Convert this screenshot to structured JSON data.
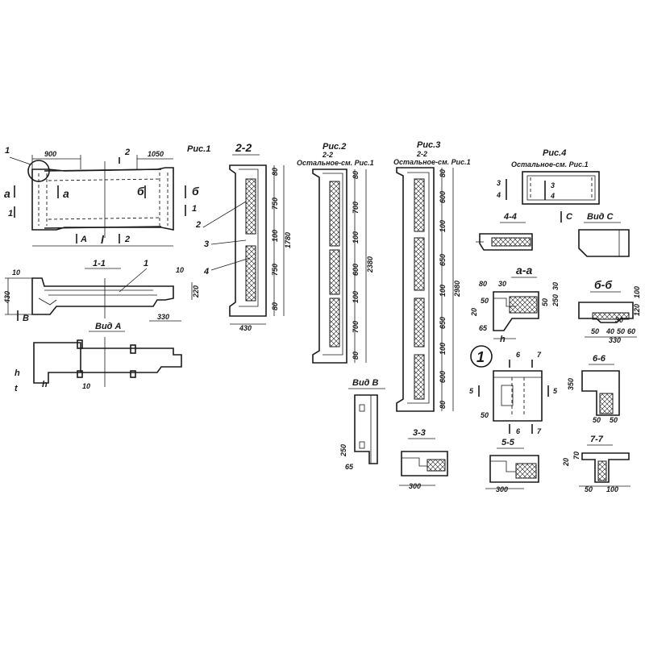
{
  "fig1": {
    "title": "Рис.1",
    "dim_900": "900",
    "dim_1050": "1050",
    "dim_430": "430",
    "dim_220": "220",
    "dim_330": "330",
    "dim_10a": "10",
    "dim_10b": "10",
    "dim_10c": "10",
    "cut_2": "2",
    "cut_2b": "2",
    "cut_1": "1",
    "cut_1b": "1",
    "cut_1c": "1",
    "cut_a": "a",
    "cut_a2": "a",
    "cut_b": "б",
    "cut_b2": "б",
    "lbl_A": "A",
    "lbl_l": "l",
    "lbl_B": "B",
    "lbl_h": "h",
    "lbl_t": "t",
    "sec_1_1": "1-1",
    "view_A": "Вид A",
    "lbl_1": "1"
  },
  "sec22": {
    "title": "2-2",
    "d80a": "80",
    "d750a": "750",
    "d100": "100",
    "d750b": "750",
    "d80b": "80",
    "d1780": "1780",
    "d430": "430",
    "n2": "2",
    "n3": "3",
    "n4": "4"
  },
  "fig2": {
    "title": "Рис.2",
    "sub": "2-2",
    "note": "Остальное-см. Рис.1",
    "d80a": "80",
    "d700a": "700",
    "d100a": "100",
    "d600": "600",
    "d100b": "100",
    "d700b": "700",
    "d80b": "80",
    "d2380": "2380"
  },
  "fig3": {
    "title": "Рис.3",
    "sub": "2-2",
    "note": "Остальное-см. Рис.1",
    "d80a": "80",
    "d600a": "600",
    "d100a": "100",
    "d650a": "650",
    "d100b": "100",
    "d650b": "650",
    "d100c": "100",
    "d600b": "600",
    "d80b": "80",
    "d2980": "2980"
  },
  "fig4": {
    "title": "Рис.4",
    "note": "Остальное-см. Рис.1",
    "n3": "3",
    "n3b": "3",
    "n4": "4",
    "n4b": "4"
  },
  "sec44": {
    "title": "4-4"
  },
  "viewC": {
    "title": "Вид C",
    "marker": "C"
  },
  "secAA": {
    "title": "a-a",
    "d80": "80",
    "d30": "30",
    "d50a": "50",
    "d20": "20",
    "d65": "65",
    "d50b": "50",
    "d250": "250",
    "d30b": "30",
    "lbl_h": "h"
  },
  "secBB": {
    "title": "б-б",
    "d50": "50",
    "d40": "40",
    "d50b": "50",
    "d30": "30",
    "d60": "60",
    "d330": "330",
    "d120": "120",
    "d100": "100"
  },
  "detail1": {
    "marker": "1",
    "c5": "5",
    "c5b": "5",
    "c6": "6",
    "c6b": "6",
    "c7": "7",
    "c7b": "7",
    "d50": "50"
  },
  "sec66": {
    "title": "6-6",
    "d350": "350",
    "d50": "50",
    "d50b": "50"
  },
  "viewB": {
    "title": "Вид B",
    "d250": "250",
    "d65": "65"
  },
  "sec33": {
    "title": "3-3",
    "d300": "300"
  },
  "sec55": {
    "title": "5-5",
    "d300": "300"
  },
  "sec77": {
    "title": "7-7",
    "d20": "20",
    "d70": "70",
    "d50": "50",
    "d100": "100"
  }
}
